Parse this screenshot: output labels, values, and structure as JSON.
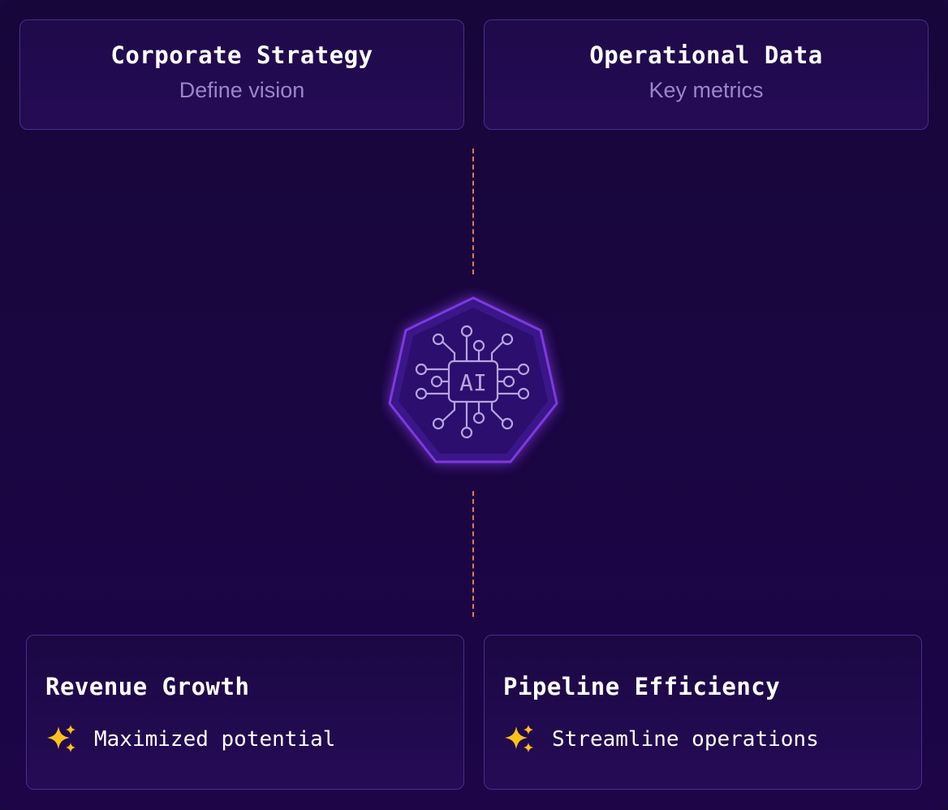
{
  "cards_top": [
    {
      "title": "Corporate Strategy",
      "subtitle": "Define vision"
    },
    {
      "title": "Operational Data",
      "subtitle": "Key metrics"
    }
  ],
  "hub": {
    "label": "AI",
    "icon": "ai-chip-icon"
  },
  "cards_bottom": [
    {
      "title": "Revenue Growth",
      "text": "Maximized potential",
      "icon": "sparkles-icon"
    },
    {
      "title": "Pipeline Efficiency",
      "text": "Streamline operations",
      "icon": "sparkles-icon"
    }
  ],
  "colors": {
    "background": "#1a0740",
    "card_border": "#4a2d8a",
    "connector": "#e8784a",
    "hub_glow": "#8a3cf0",
    "icon_line": "#b7a4e0",
    "sparkle": "#ffc21a",
    "subtitle": "#9a86c8"
  }
}
